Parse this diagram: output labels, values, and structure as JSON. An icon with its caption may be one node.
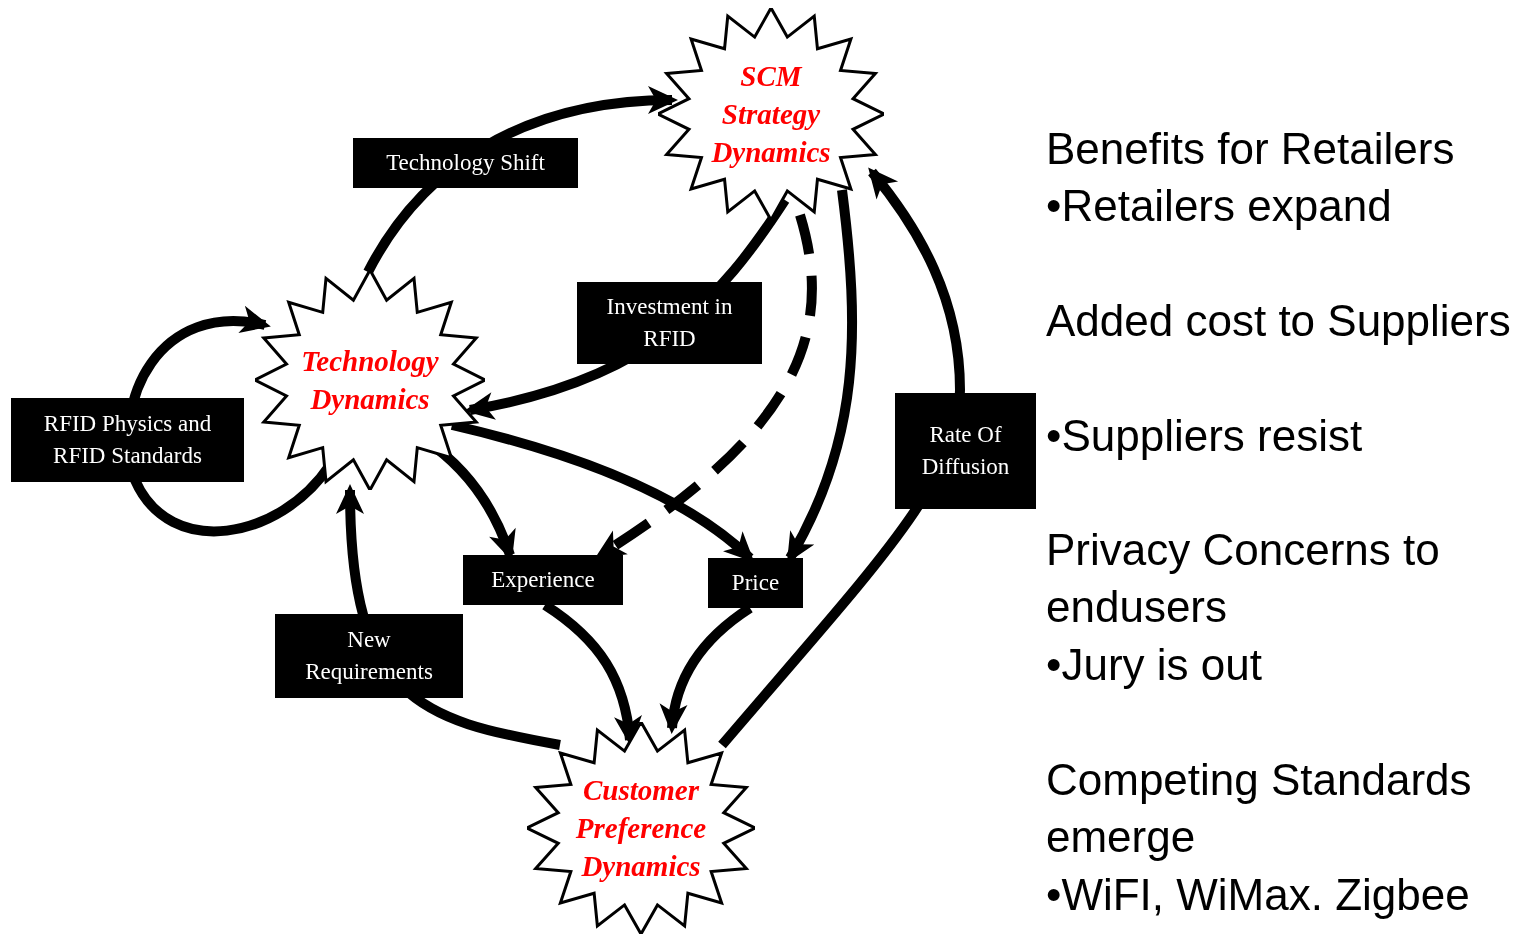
{
  "diagram": {
    "nodes": [
      {
        "text": [
          "SCM Strategy Dynamics"
        ]
      },
      {
        "text": [
          "Technology Dynamics"
        ]
      },
      {
        "text": [
          "Experience"
        ]
      },
      {
        "text": [
          "Price"
        ]
      },
      {
        "text": [
          "Customer Preference Dynamics"
        ]
      }
    ],
    "edges": [
      {
        "from": 1,
        "to": 0,
        "arrow": "to",
        "label": "Technology Shift"
      },
      {
        "from": 0,
        "to": 1,
        "arrow": "to",
        "label": "Investment in RFID"
      },
      {
        "from": 1,
        "to": 1,
        "arrow": "to",
        "label": "RFID Physics and RFID Standards"
      },
      {
        "from": 1,
        "to": 2,
        "arrow": "to"
      },
      {
        "from": 1,
        "to": 3,
        "arrow": "to"
      },
      {
        "from": 0,
        "to": 2,
        "arrow": "to",
        "style": "dashed"
      },
      {
        "from": 0,
        "to": 3,
        "arrow": "to"
      },
      {
        "from": 2,
        "to": 4,
        "arrow": "to"
      },
      {
        "from": 3,
        "to": 4,
        "arrow": "to"
      },
      {
        "from": 4,
        "to": 1,
        "arrow": "to",
        "label": "New Requirements"
      },
      {
        "from": 4,
        "to": 0,
        "arrow": "to",
        "label": "Rate Of Diffusion"
      }
    ],
    "labels": [
      "Benefits for Retailers",
      "•Retailers expand",
      "Added cost to Suppliers",
      "•Suppliers resist",
      "Privacy Concerns to endusers",
      "•Jury is out",
      "Competing Standards emerge",
      "•WiFI, WiMax. Zigbee"
    ]
  }
}
